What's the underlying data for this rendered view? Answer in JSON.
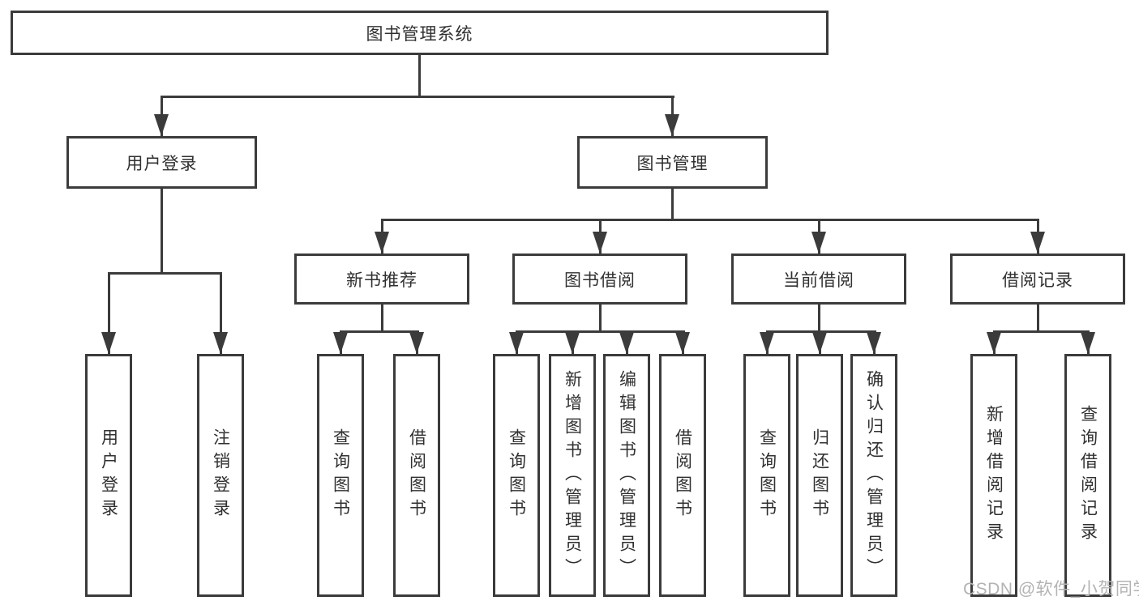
{
  "diagram": {
    "title": "图书管理系统",
    "level2": {
      "user_login": "用户登录",
      "book_management": "图书管理"
    },
    "level3": {
      "new_books": "新书推荐",
      "book_borrow": "图书借阅",
      "current_borrow": "当前借阅",
      "borrow_records": "借阅记录"
    },
    "leaves": {
      "login": [
        "用户登录",
        "注销登录"
      ],
      "new_books": [
        "查询图书",
        "借阅图书"
      ],
      "book_borrow": [
        "查询图书",
        "新增图书（管理员）",
        "编辑图书（管理员）",
        "借阅图书"
      ],
      "current_borrow": [
        "查询图书",
        "归还图书",
        "确认归还（管理员）"
      ],
      "borrow_records": [
        "新增借阅记录",
        "查询借阅记录"
      ]
    }
  },
  "watermark": {
    "text": "CSDN @软件_小贺同学"
  },
  "colors": {
    "line": "#3b3b3b",
    "text": "#303030",
    "background": "#ffffff",
    "watermark": "#b3b3b3"
  }
}
